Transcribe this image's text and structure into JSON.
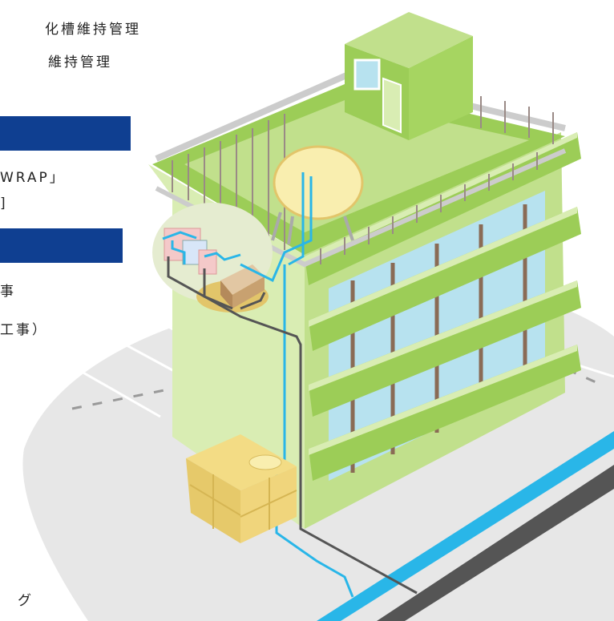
{
  "colors": {
    "band": "#0f3f91",
    "ground": "#e7e7e7",
    "wall_light": "#d9edb3",
    "wall_mid": "#c1e08c",
    "wall_dark": "#9ccd57",
    "glass": "#b7e2ef",
    "pipe_water": "#29b6e8",
    "pipe_drain": "#555555",
    "tank": "#f3dc85"
  },
  "text": {
    "line1": "化槽維持管理",
    "line2": "維持管理",
    "line3": "WRAP」",
    "line4": "]",
    "line5": "事",
    "line6": "工事）",
    "line7": "グ"
  },
  "icons": [
    "building-illustration",
    "elevated-water-tank-icon",
    "ground-water-tank-icon",
    "pump-unit-icon",
    "water-pipe-line",
    "drain-pipe-line"
  ]
}
